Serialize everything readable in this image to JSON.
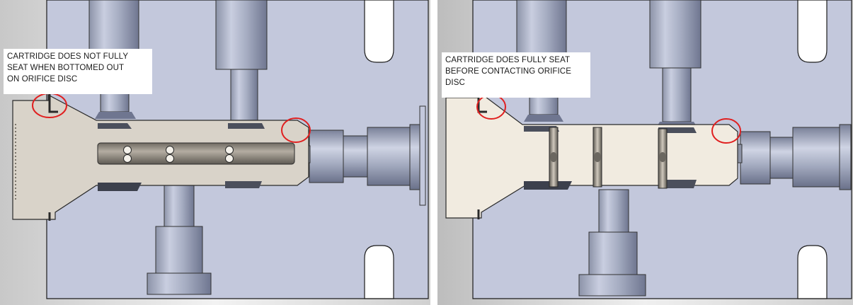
{
  "panels": [
    {
      "id": "left",
      "callout": "CARTRIDGE DOES NOT FULLY\nSEAT WHEN BOTTOMED OUT\nON ORIFICE DISC"
    },
    {
      "id": "right",
      "callout": "CARTRIDGE DOES FULLY SEAT\nBEFORE CONTACTING ORIFICE\nDISC"
    }
  ],
  "colors": {
    "body_block": "#c3c8dc",
    "port_steel": "#a9b0c4",
    "cartridge_left": "#d9d3c9",
    "cartridge_right": "#f1ebe0",
    "highlight_circle": "#e02020"
  }
}
